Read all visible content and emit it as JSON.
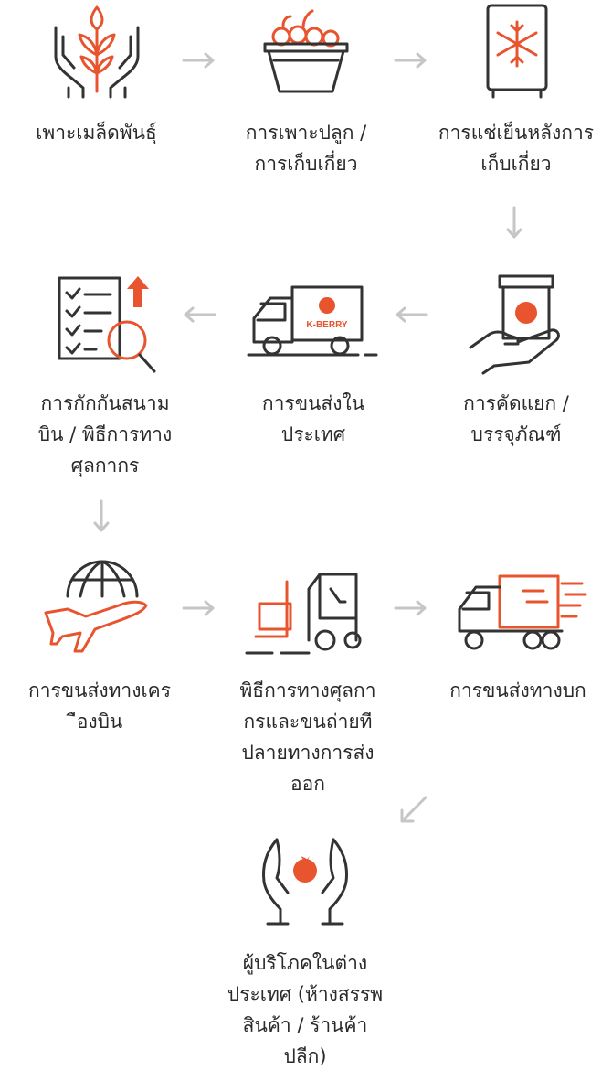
{
  "steps": [
    {
      "label": "เพาะเมล็ดพันธุ์",
      "icon": "plant-in-hands-icon"
    },
    {
      "label": "การเพาะปลูก /\nการเก็บเกี่ยว",
      "icon": "harvest-basket-icon"
    },
    {
      "label": "การแช่เย็นหลังการ\nเก็บเกี่ยว",
      "icon": "freezer-icon"
    },
    {
      "label": "การคัดแยก /\nบรรจุภัณฑ์",
      "icon": "package-in-hand-icon"
    },
    {
      "label": "การขนส่งใน\nประเทศ",
      "icon": "delivery-truck-icon"
    },
    {
      "label": "การกักกันสนาม\nบิน / พิธีการทาง\nศุลกากร",
      "icon": "checklist-inspection-icon"
    },
    {
      "label": "การขนส่งทางเคร\nืองบิน",
      "icon": "airplane-globe-icon"
    },
    {
      "label": "พิธีการทางศุลกา\nกรและขนถ่ายที\nปลายทางการส่ง\nออก",
      "icon": "forklift-icon"
    },
    {
      "label": "การขนส่งทางบก",
      "icon": "fast-truck-icon"
    },
    {
      "label": "ผู้บริโภคในต่าง\nประเทศ (ห้างสรรพ\nสินค้า / ร้านค้า\nปลีก)",
      "icon": "strawberry-hands-icon"
    }
  ],
  "brand": {
    "truck_text": "K-BERRY"
  },
  "colors": {
    "accent": "#e8542e",
    "ink": "#333333",
    "arrow": "#c6c6c6"
  }
}
